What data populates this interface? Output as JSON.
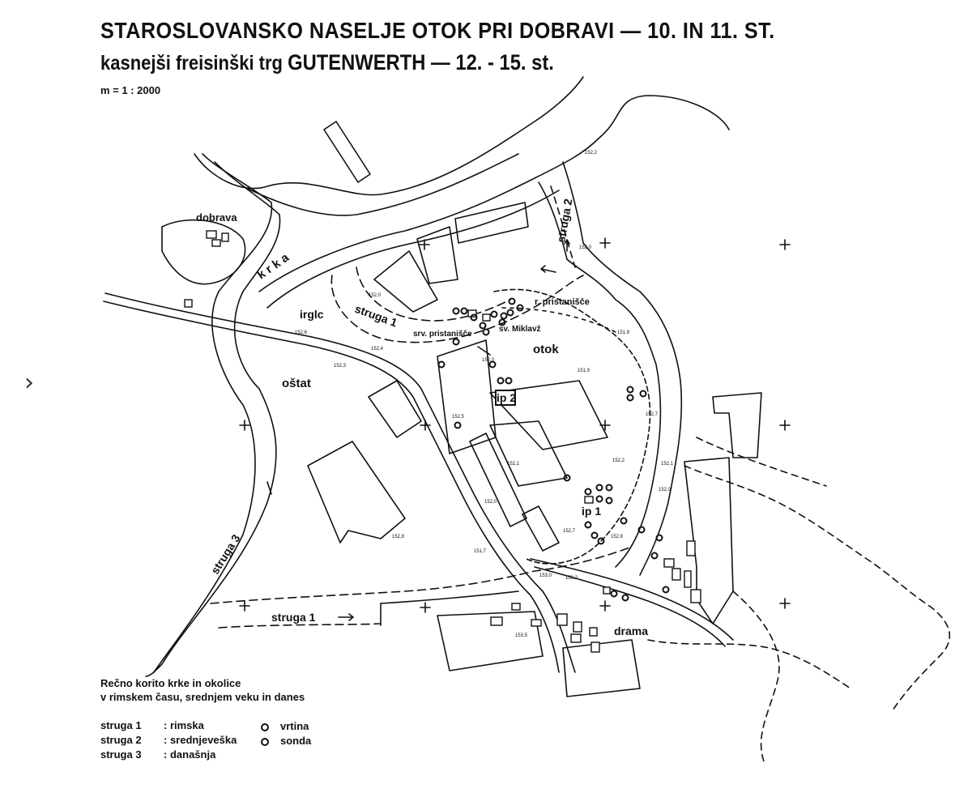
{
  "title": {
    "line1": "STAROSLOVANSKO NASELJE OTOK PRI DOBRAVI — 10. IN 11. ST.",
    "line2_prefix": "kasnejši freisinški trg",
    "line2_name": "GUTENWERTH — 12. - 15. st.",
    "scale": "m = 1 : 2000"
  },
  "nav": {
    "icon": "chevron-right-icon",
    "glyph": "›"
  },
  "legend": {
    "description_line1": "Rečno korito krke in okolice",
    "description_line2": "v rimskem času, srednjem veku in danes",
    "items": [
      {
        "key": "struga 1",
        "value": "rimska"
      },
      {
        "key": "struga 2",
        "value": "srednjeveška"
      },
      {
        "key": "struga 3",
        "value": "današnja"
      }
    ],
    "symbols": [
      {
        "label": "vrtina",
        "icon": "double-circle-icon"
      },
      {
        "label": "sonda",
        "icon": "circle-icon"
      }
    ]
  },
  "map": {
    "place_labels": {
      "dobrava": "dobrava",
      "krka": "k r k a",
      "irglc": "irglc",
      "struga1_upper": "struga 1",
      "struga2": "struga 2",
      "struga3": "struga 3",
      "struga1_lower": "struga 1",
      "ostat": "oštat",
      "otok": "otok",
      "r_pristanisce": "r. pristanišče",
      "srv_pristanisce": "srv. pristanišče",
      "sv_miklavz": "sv. Miklavž",
      "ip1": "ip 1",
      "ip2": "ip 2",
      "drama": "drama"
    },
    "elevations": [
      "152,2",
      "152,0",
      "152,0",
      "152,6",
      "152,4",
      "152,3",
      "152,3",
      "151,9",
      "151,9",
      "152,5",
      "152,7",
      "152,1",
      "152,2",
      "152,1",
      "152,0",
      "152,0",
      "152,7",
      "152,8",
      "152,8",
      "151,7",
      "153,0",
      "153,2",
      "153,5"
    ]
  }
}
